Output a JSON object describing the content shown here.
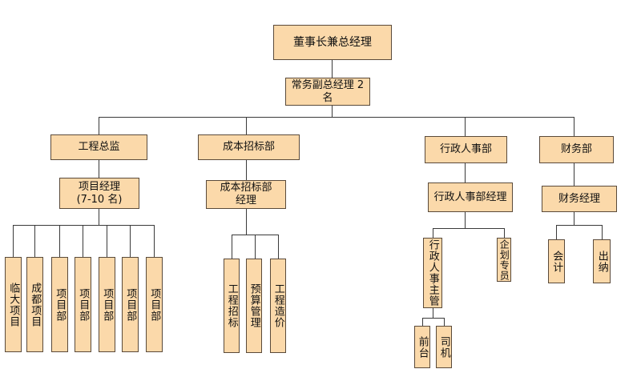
{
  "chairman": "董事长兼总经理",
  "deputy": {
    "line1": "常务副总经理 2",
    "line2": "名"
  },
  "departments": {
    "engineering": "工程总监",
    "cost": "成本招标部",
    "admin": "行政人事部",
    "finance": "财务部"
  },
  "managers": {
    "project": {
      "line1": "项目经理",
      "line2": "(7-10 名)"
    },
    "cost": {
      "line1": "成本招标部",
      "line2": "经理"
    },
    "admin": "行政人事部经理",
    "finance": "财务经理"
  },
  "projects": [
    "临大项目",
    "成都项目",
    "项目部",
    "项目部",
    "项目部",
    "项目部",
    "项目部"
  ],
  "cost_staff": [
    "工程招标",
    "预算管理",
    "工程造价"
  ],
  "admin_staff": {
    "supervisor": "行政人事主管",
    "planner": "企划专员"
  },
  "admin_sub": [
    "前台",
    "司机"
  ],
  "finance_staff": [
    "会计",
    "出纳"
  ]
}
